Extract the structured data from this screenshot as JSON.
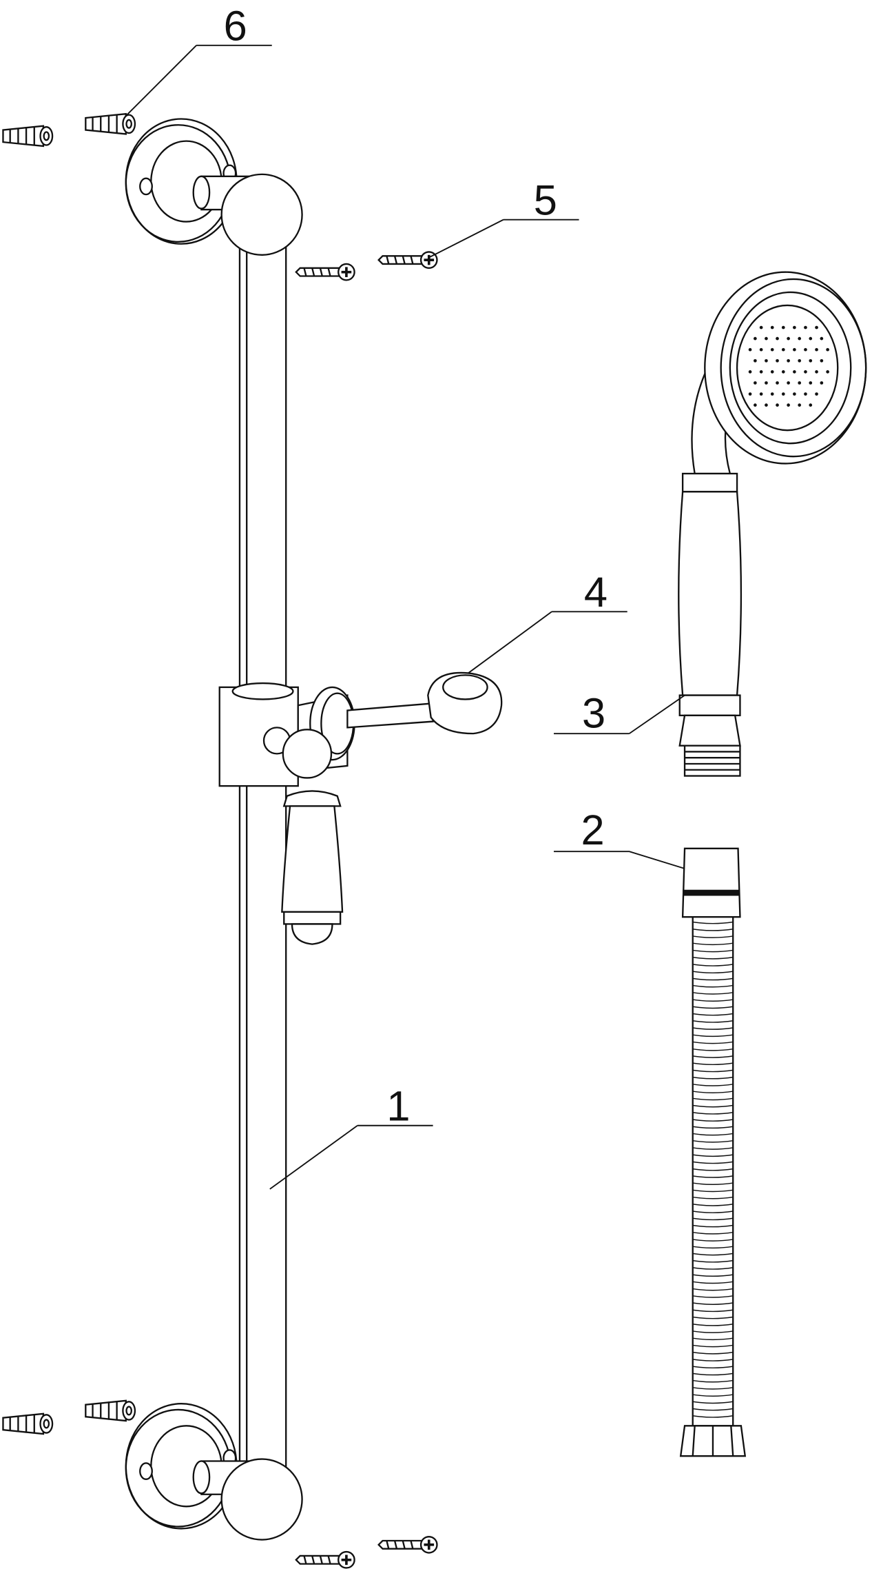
{
  "diagram": {
    "type": "exploded-parts-drawing",
    "callouts": [
      {
        "id": "1",
        "label": "1"
      },
      {
        "id": "2",
        "label": "2"
      },
      {
        "id": "3",
        "label": "3"
      },
      {
        "id": "4",
        "label": "4"
      },
      {
        "id": "5",
        "label": "5"
      },
      {
        "id": "6",
        "label": "6"
      }
    ],
    "colors": {
      "line": "#111111",
      "background": "#ffffff"
    }
  }
}
